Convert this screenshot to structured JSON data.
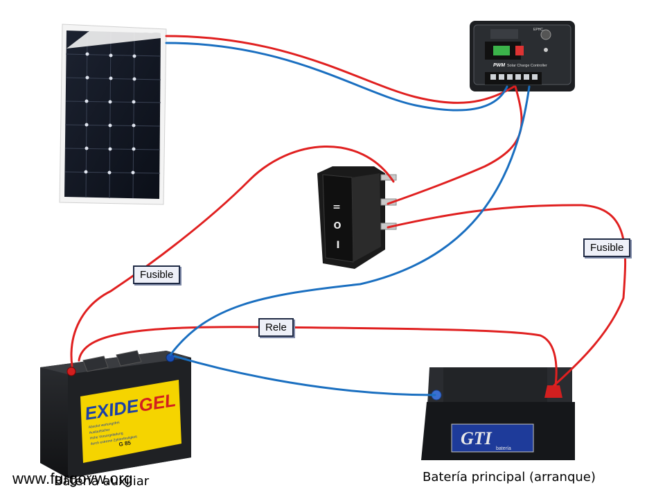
{
  "labels": {
    "fuse_left": "Fusible",
    "fuse_right": "Fusible",
    "relay": "Rele"
  },
  "controller": {
    "model": "EPHC",
    "title": "Solar Charge Controller",
    "brand": "PWM"
  },
  "aux_battery": {
    "brand": "EXIDE",
    "brand_suffix": "GEL",
    "model": "G 85",
    "features": [
      "Absolut wartungsfrei",
      "Auslaufsicher",
      "Hohe Vorsorgeladung",
      "durch extreme Zyklenfestigkeit"
    ],
    "caption": "Batería auxiliar"
  },
  "main_battery": {
    "brand": "GTI",
    "sub": "batería",
    "caption": "Batería principal (arranque)"
  },
  "switch": {
    "symbol_top": "=",
    "symbol_mid": "O",
    "symbol_bot": "I"
  },
  "watermark": "www.furgovw.org",
  "colors": {
    "positive_wire": "#e02020",
    "negative_wire": "#1a6fc0",
    "label_border": "#1f2a44",
    "label_fill": "#eef0f8",
    "exide_yellow": "#f5d400",
    "exide_blue": "#1a3fa6"
  }
}
